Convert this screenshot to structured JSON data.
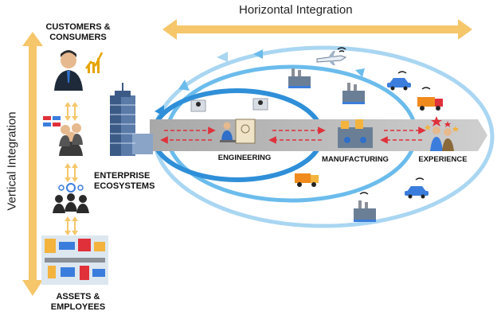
{
  "colors": {
    "arrow_yellow": "#f5c66a",
    "loop_blue": "#5bb3e8",
    "loop_blue_dark": "#2f8fd8",
    "band_gray": "#b9b9b9",
    "dashed_red": "#e0303a",
    "text": "#111111"
  },
  "diagram": {
    "horizontal_title": "Horizontal Integration",
    "vertical_title": "Vertical Integration",
    "stack": {
      "top_label": "CUSTOMERS &\nCONSUMERS",
      "bottom_label": "ASSETS &\nEMPLOYEES"
    },
    "enterprise_label": "ENTERPRISE\nECOSYSTEMS",
    "stages": [
      "ENGINEERING",
      "MANUFACTURING",
      "EXPERIENCE"
    ]
  },
  "icons": [
    "businessman-chart-icon",
    "people-network-icon",
    "workers-gear-icon",
    "factory-floor-icon",
    "skyscraper-icon",
    "engineer-desk-icon",
    "airplane-wifi-icon",
    "car-wifi-icon",
    "factory-robot-icon",
    "truck-icon",
    "customer-stars-icon"
  ]
}
